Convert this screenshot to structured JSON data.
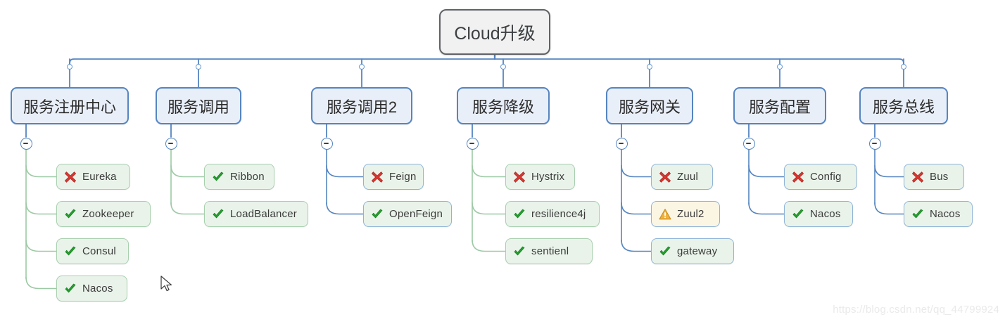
{
  "diagram": {
    "type": "mindmap",
    "title": "Cloud升级",
    "watermark": "https://blog.csdn.net/qq_44799924",
    "colors": {
      "root_fill": "#f1f1f1",
      "root_border": "#5f6368",
      "branch_fill": "#e9eff8",
      "branch_border": "#5585c0",
      "leaf_fill_green": "#e9f3ea",
      "leaf_border_green": "#a8cfae",
      "leaf_border_blue": "#8fb4d8",
      "leaf_fill_warn": "#fbf6e4",
      "wire_blue": "#5585c0",
      "wire_green": "#9dc9a5",
      "ok_icon": "#22a02c",
      "fail_icon": "#d83731",
      "warn_icon": "#f2b03c"
    },
    "icon_names": {
      "ok": "green-check-icon",
      "fail": "red-cross-icon",
      "warn": "warning-triangle-icon"
    }
  },
  "root": {
    "label": "Cloud升级"
  },
  "branches": [
    {
      "id": "service-registry",
      "label": "服务注册中心",
      "wire": "green",
      "children": [
        {
          "label": "Eureka",
          "status": "fail",
          "box": "green"
        },
        {
          "label": "Zookeeper",
          "status": "ok",
          "box": "green"
        },
        {
          "label": "Consul",
          "status": "ok",
          "box": "green"
        },
        {
          "label": "Nacos",
          "status": "ok",
          "box": "green"
        }
      ]
    },
    {
      "id": "service-invoke",
      "label": "服务调用",
      "wire": "green",
      "children": [
        {
          "label": "Ribbon",
          "status": "ok",
          "box": "green"
        },
        {
          "label": "LoadBalancer",
          "status": "ok",
          "box": "green"
        }
      ]
    },
    {
      "id": "service-invoke-2",
      "label": "服务调用2",
      "wire": "blue",
      "children": [
        {
          "label": "Feign",
          "status": "fail",
          "box": "blue"
        },
        {
          "label": "OpenFeign",
          "status": "ok",
          "box": "blue"
        }
      ]
    },
    {
      "id": "service-degrade",
      "label": "服务降级",
      "wire": "green",
      "children": [
        {
          "label": "Hystrix",
          "status": "fail",
          "box": "green"
        },
        {
          "label": "resilience4j",
          "status": "ok",
          "box": "green"
        },
        {
          "label": "sentienl",
          "status": "ok",
          "box": "green"
        }
      ]
    },
    {
      "id": "service-gateway",
      "label": "服务网关",
      "wire": "blue",
      "children": [
        {
          "label": "Zuul",
          "status": "fail",
          "box": "blue"
        },
        {
          "label": "Zuul2",
          "status": "warn",
          "box": "warn"
        },
        {
          "label": "gateway",
          "status": "ok",
          "box": "blue"
        }
      ]
    },
    {
      "id": "service-config",
      "label": "服务配置",
      "wire": "blue",
      "children": [
        {
          "label": "Config",
          "status": "fail",
          "box": "blue"
        },
        {
          "label": "Nacos",
          "status": "ok",
          "box": "blue"
        }
      ]
    },
    {
      "id": "service-bus",
      "label": "服务总线",
      "wire": "blue",
      "children": [
        {
          "label": "Bus",
          "status": "fail",
          "box": "blue"
        },
        {
          "label": "Nacos",
          "status": "ok",
          "box": "blue"
        }
      ]
    }
  ]
}
